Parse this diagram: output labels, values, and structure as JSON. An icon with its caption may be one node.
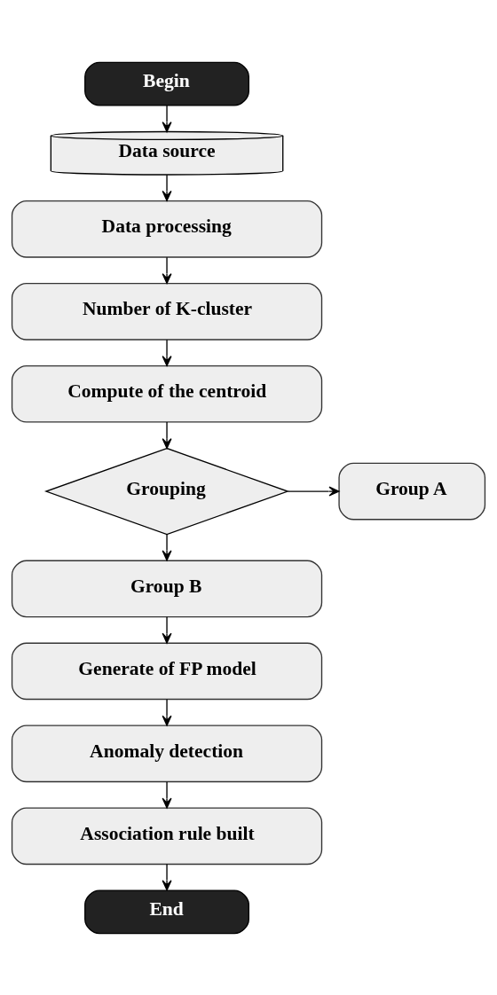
{
  "diagram": {
    "nodes": [
      {
        "text": [
          "Begin"
        ]
      },
      {
        "text": [
          "Data source"
        ]
      },
      {
        "text": [
          "Data processing"
        ]
      },
      {
        "text": [
          "Number of K-cluster"
        ]
      },
      {
        "text": [
          "Compute of the centroid"
        ]
      },
      {
        "text": [
          "Grouping"
        ]
      },
      {
        "text": [
          "Group A"
        ]
      },
      {
        "text": [
          "Group B"
        ]
      },
      {
        "text": [
          "Generate of FP model"
        ]
      },
      {
        "text": [
          "Anomaly detection"
        ]
      },
      {
        "text": [
          "Association rule built"
        ]
      },
      {
        "text": [
          "End"
        ]
      }
    ],
    "edges": [
      {
        "from": 0,
        "to": 1,
        "arrow": "to"
      },
      {
        "from": 1,
        "to": 2,
        "arrow": "to"
      },
      {
        "from": 2,
        "to": 3,
        "arrow": "to"
      },
      {
        "from": 3,
        "to": 4,
        "arrow": "to"
      },
      {
        "from": 4,
        "to": 5,
        "arrow": "to"
      },
      {
        "from": 5,
        "to": 6,
        "arrow": "to"
      },
      {
        "from": 5,
        "to": 7,
        "arrow": "to"
      },
      {
        "from": 7,
        "to": 8,
        "arrow": "to"
      },
      {
        "from": 8,
        "to": 9,
        "arrow": "to"
      },
      {
        "from": 9,
        "to": 10,
        "arrow": "to"
      },
      {
        "from": 10,
        "to": 11,
        "arrow": "to"
      }
    ]
  }
}
